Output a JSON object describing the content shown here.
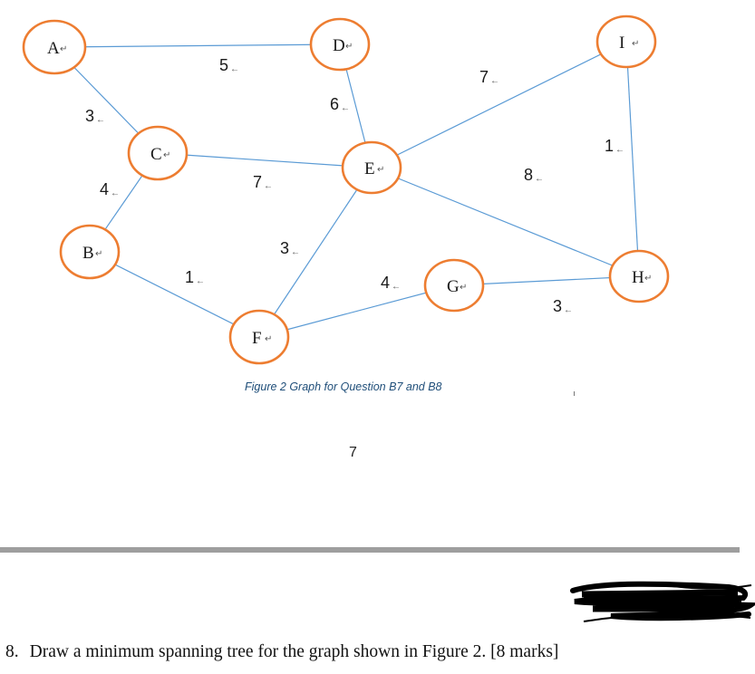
{
  "figure": {
    "caption": "Figure 2 Graph for Question B7 and B8",
    "nodes": [
      {
        "id": "A",
        "label": "A"
      },
      {
        "id": "B",
        "label": "B"
      },
      {
        "id": "C",
        "label": "C"
      },
      {
        "id": "D",
        "label": "D"
      },
      {
        "id": "E",
        "label": "E"
      },
      {
        "id": "F",
        "label": "F"
      },
      {
        "id": "G",
        "label": "G"
      },
      {
        "id": "H",
        "label": "H"
      },
      {
        "id": "I",
        "label": "I"
      }
    ],
    "edges": [
      {
        "from": "A",
        "to": "D",
        "weight": "5"
      },
      {
        "from": "A",
        "to": "C",
        "weight": "3"
      },
      {
        "from": "C",
        "to": "B",
        "weight": "4"
      },
      {
        "from": "C",
        "to": "E",
        "weight": "7"
      },
      {
        "from": "B",
        "to": "F",
        "weight": "1"
      },
      {
        "from": "D",
        "to": "E",
        "weight": "6"
      },
      {
        "from": "E",
        "to": "F",
        "weight": "3"
      },
      {
        "from": "E",
        "to": "I",
        "weight": "7"
      },
      {
        "from": "E",
        "to": "H",
        "weight": "8"
      },
      {
        "from": "I",
        "to": "H",
        "weight": "1"
      },
      {
        "from": "F",
        "to": "G",
        "weight": "4"
      },
      {
        "from": "G",
        "to": "H",
        "weight": "3"
      }
    ],
    "colors": {
      "node_stroke": "#ed7d31",
      "edge": "#5b9bd5"
    }
  },
  "page_number": "7",
  "question": {
    "number": "8.",
    "text": "Draw a minimum spanning tree for the graph shown in Figure 2. [8 marks]"
  }
}
